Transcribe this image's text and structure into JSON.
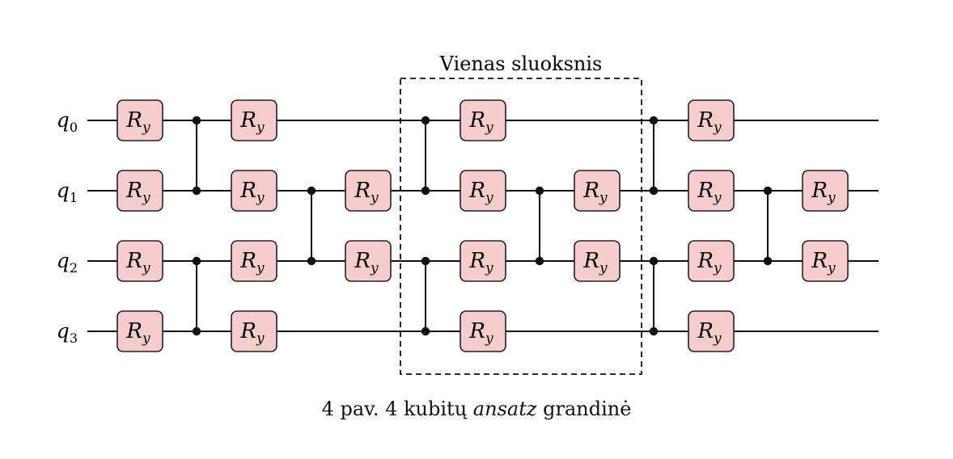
{
  "diagram": {
    "type": "quantum-circuit",
    "qubits": [
      {
        "name": "q",
        "index": "0"
      },
      {
        "name": "q",
        "index": "1"
      },
      {
        "name": "q",
        "index": "2"
      },
      {
        "name": "q",
        "index": "3"
      }
    ],
    "gate_label": {
      "main": "R",
      "sub": "y"
    },
    "gate_color": "#f7cccc",
    "layer_label": "Vienas sluoksnis",
    "columns": [
      {
        "kind": "gates",
        "qubits": [
          0,
          1,
          2,
          3
        ]
      },
      {
        "kind": "cz",
        "pairs": [
          [
            0,
            1
          ],
          [
            2,
            3
          ]
        ]
      },
      {
        "kind": "gates",
        "qubits": [
          0,
          1,
          2,
          3
        ]
      },
      {
        "kind": "cz",
        "pairs": [
          [
            1,
            2
          ]
        ]
      },
      {
        "kind": "gates",
        "qubits": [
          1,
          2
        ]
      },
      {
        "kind": "cz",
        "pairs": [
          [
            0,
            1
          ],
          [
            2,
            3
          ]
        ],
        "layer": true
      },
      {
        "kind": "gates",
        "qubits": [
          0,
          1,
          2,
          3
        ],
        "layer": true
      },
      {
        "kind": "cz",
        "pairs": [
          [
            1,
            2
          ]
        ],
        "layer": true
      },
      {
        "kind": "gates",
        "qubits": [
          1,
          2
        ],
        "layer": true
      },
      {
        "kind": "cz",
        "pairs": [
          [
            0,
            1
          ],
          [
            2,
            3
          ]
        ]
      },
      {
        "kind": "gates",
        "qubits": [
          0,
          1,
          2,
          3
        ]
      },
      {
        "kind": "cz",
        "pairs": [
          [
            1,
            2
          ]
        ]
      },
      {
        "kind": "gates",
        "qubits": [
          1,
          2
        ]
      }
    ]
  },
  "caption": {
    "prefix": "4 pav. 4 kubitų ",
    "emphasis": "ansatz",
    "suffix": " grandinė"
  }
}
